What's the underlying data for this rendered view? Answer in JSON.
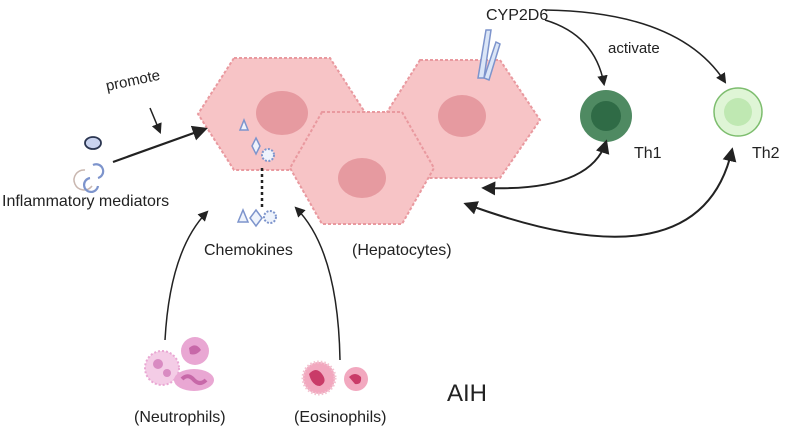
{
  "labels": {
    "cyp2d6": "CYP2D6",
    "activate": "activate",
    "promote": "promote",
    "inflammatory_mediators": "Inflammatory mediators",
    "chemokines": "Chemokines",
    "hepatocytes": "(Hepatocytes)",
    "th1": "Th1",
    "th2": "Th2",
    "neutrophils": "(Neutrophils)",
    "eosinophils": "(Eosinophils)",
    "aih": "AIH"
  },
  "colors": {
    "hepatocyte_fill": "#f7c4c6",
    "hepatocyte_stroke": "#e9999f",
    "nucleus": "#e69aa0",
    "th1_outer": "#4f8a62",
    "th1_inner": "#2f6b46",
    "th2_outer": "#dff5d6",
    "th2_inner": "#bfe8b2",
    "neutrophil": "#e9a7d3",
    "eosinophil": "#e86d92",
    "mediator_blue": "#7d94cc",
    "arrow": "#222222"
  }
}
